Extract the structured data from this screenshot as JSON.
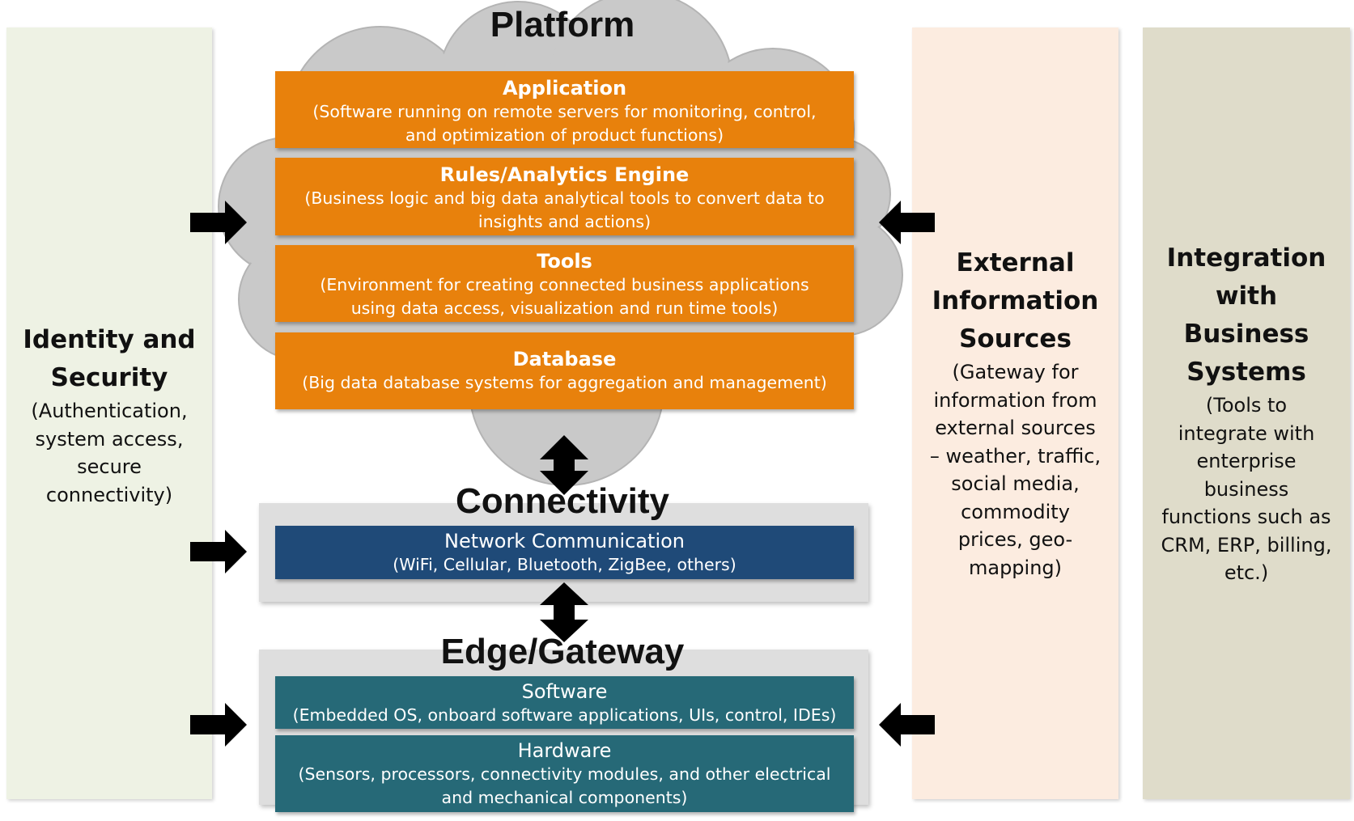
{
  "identity_panel": {
    "title": "Identity and\nSecurity",
    "description": "(Authentication,\nsystem access,\nsecure\nconnectivity)"
  },
  "external_panel": {
    "title": "External\nInformation\nSources",
    "description": "(Gateway for\ninformation  from\nexternal sources\n– weather, traffic,\nsocial media,\ncommodity\nprices, geo-\nmapping)"
  },
  "integration_panel": {
    "title": "Integration\nwith\nBusiness\nSystems",
    "description": "(Tools to\nintegrate with\nenterprise\nbusiness\nfunctions such as\nCRM, ERP, billing,\netc.)"
  },
  "platform": {
    "title": "Platform",
    "layers": [
      {
        "title": "Application",
        "description": "(Software running on remote servers for monitoring, control,\nand optimization of product functions)"
      },
      {
        "title": "Rules/Analytics Engine",
        "description": "(Business logic and big data analytical tools to convert data to\ninsights and actions)"
      },
      {
        "title": "Tools",
        "description": "(Environment for creating connected business applications\nusing data access, visualization and run time tools)"
      },
      {
        "title": "Database",
        "description": "(Big data database systems for aggregation and management)"
      }
    ]
  },
  "connectivity": {
    "title": "Connectivity",
    "layers": [
      {
        "title": "Network Communication",
        "description": "(WiFi, Cellular, Bluetooth, ZigBee, others)"
      }
    ]
  },
  "edge_gateway": {
    "title": "Edge/Gateway",
    "layers": [
      {
        "title": "Software",
        "description": "(Embedded OS, onboard software applications, UIs, control, IDEs)"
      },
      {
        "title": "Hardware",
        "description": "(Sensors, processors, connectivity modules, and other electrical\nand mechanical components)"
      }
    ]
  },
  "colors": {
    "platform_box": "#e8810c",
    "connectivity_box": "#1f4a78",
    "edge_box": "#266977",
    "cloud": "#c9c9c9",
    "identity_panel": "#eef2e4",
    "external_panel": "#fcece0",
    "integration_panel": "#dfdcca",
    "arrow": "#000000"
  }
}
